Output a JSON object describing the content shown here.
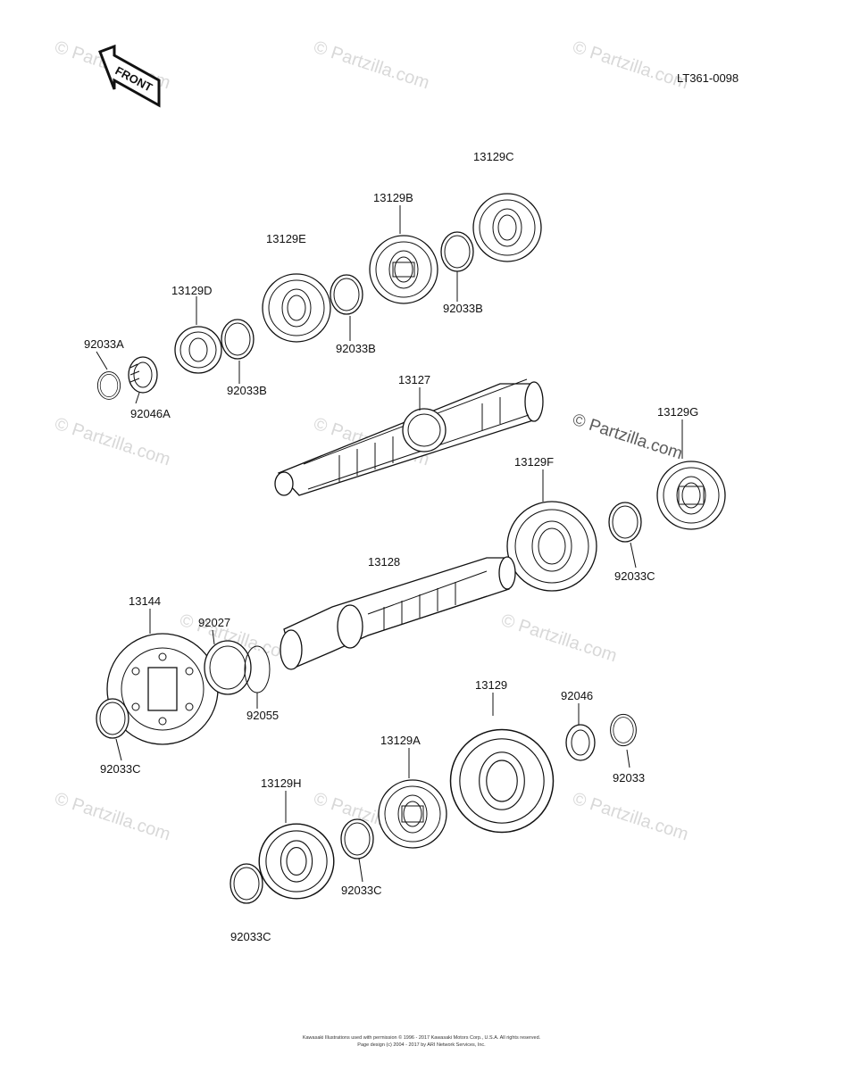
{
  "diagram_id": "LT361-0098",
  "front_label": "FRONT",
  "watermarks": [
    "© Partzilla.com",
    "© Partzilla.com",
    "© Partzilla.com",
    "© Partzilla.com",
    "© Partzilla.com",
    "© Partzilla.com",
    "© Partzilla.com",
    "© Partzilla.com",
    "© Partzilla.com",
    "© Partzilla.com",
    "© Partzilla.com"
  ],
  "parts": [
    {
      "number": "13129C"
    },
    {
      "number": "13129B"
    },
    {
      "number": "13129E"
    },
    {
      "number": "13129D"
    },
    {
      "number": "92033A"
    },
    {
      "number": "92033B"
    },
    {
      "number": "92033B"
    },
    {
      "number": "92033B"
    },
    {
      "number": "92046A"
    },
    {
      "number": "13127"
    },
    {
      "number": "13129G"
    },
    {
      "number": "13129F"
    },
    {
      "number": "13128"
    },
    {
      "number": "92033C"
    },
    {
      "number": "13144"
    },
    {
      "number": "92027"
    },
    {
      "number": "92055"
    },
    {
      "number": "92033C"
    },
    {
      "number": "13129"
    },
    {
      "number": "92046"
    },
    {
      "number": "92033"
    },
    {
      "number": "13129A"
    },
    {
      "number": "13129H"
    },
    {
      "number": "92033C"
    },
    {
      "number": "92033C"
    }
  ],
  "footer": [
    "Kawasaki Illustrations used with permission © 1996 - 2017  Kawasaki Motors Corp., U.S.A.  All rights reserved.",
    "Page design (c) 2004 - 2017 by ARI Network Services, Inc."
  ]
}
